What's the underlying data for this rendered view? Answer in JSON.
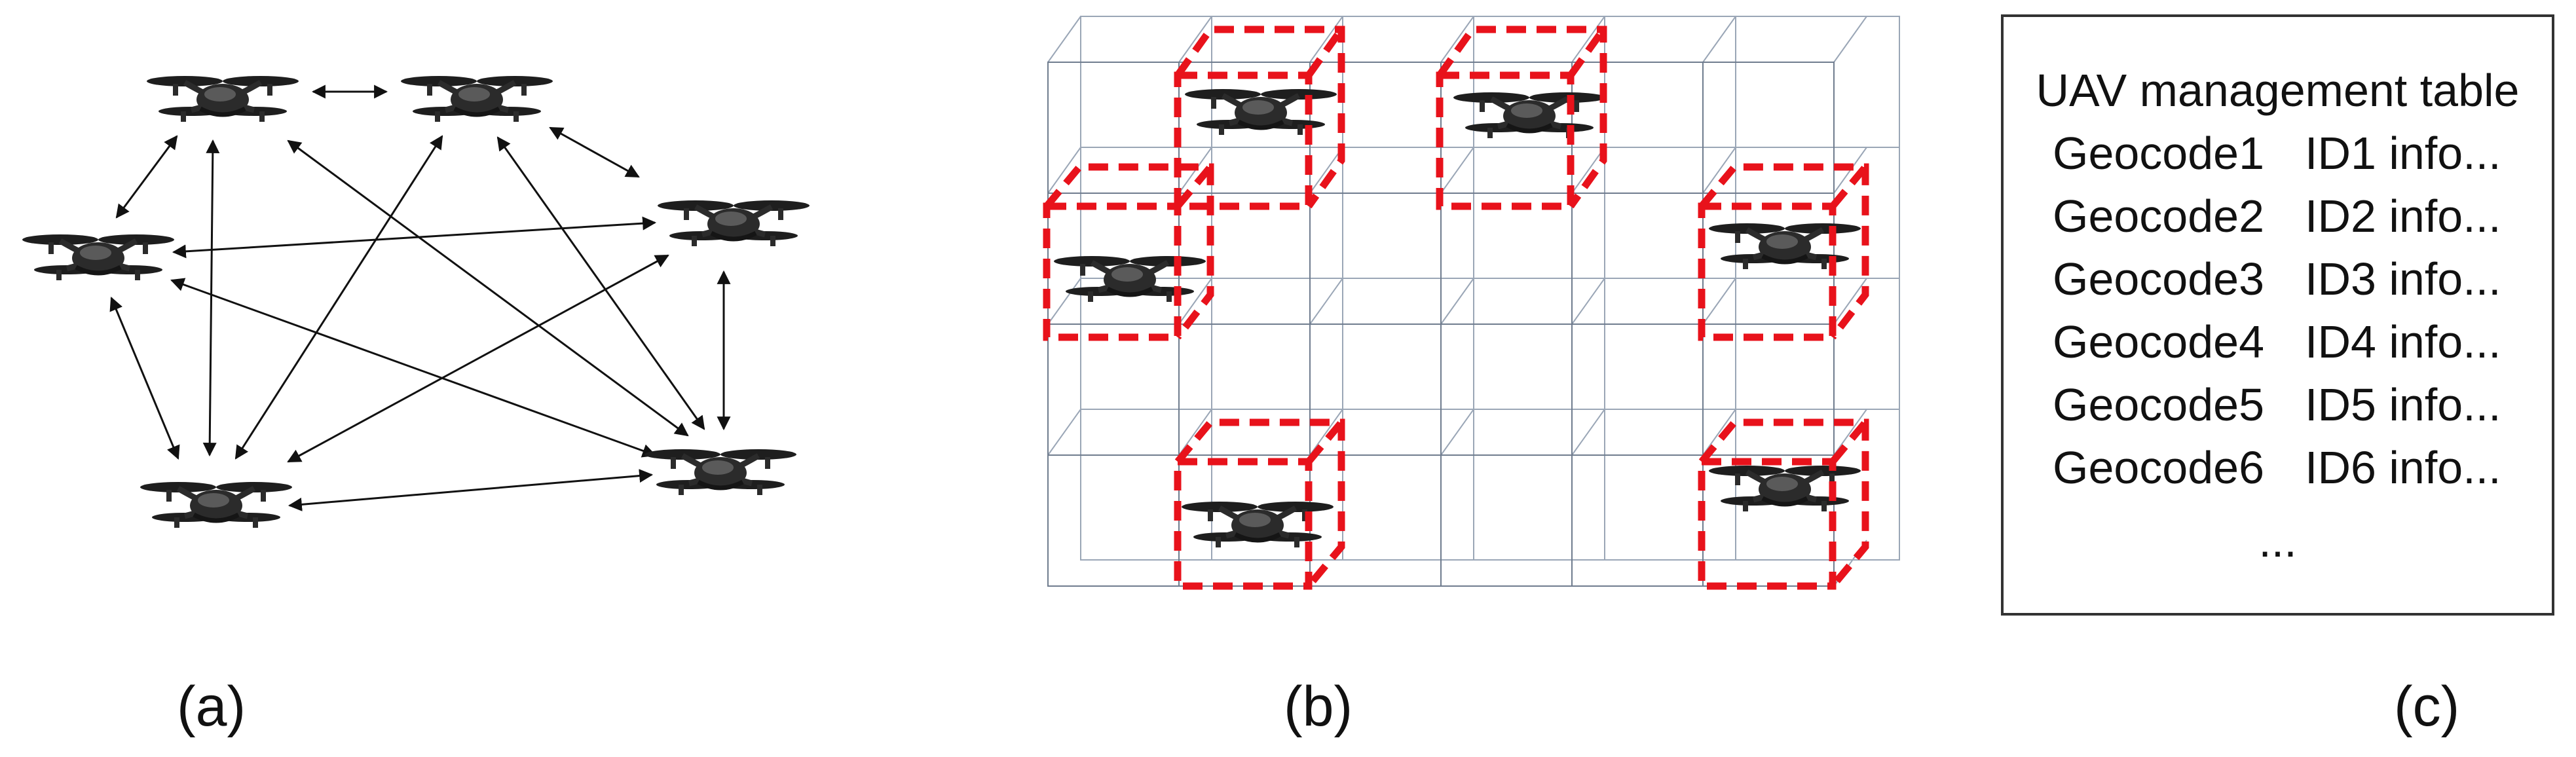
{
  "captions": {
    "a": "(a)",
    "b": "(b)",
    "c": "(c)"
  },
  "table": {
    "title": "UAV management table",
    "rows": [
      {
        "geocode": "Geocode1",
        "info": "ID1 info..."
      },
      {
        "geocode": "Geocode2",
        "info": "ID2 info..."
      },
      {
        "geocode": "Geocode3",
        "info": "ID3 info..."
      },
      {
        "geocode": "Geocode4",
        "info": "ID4 info..."
      },
      {
        "geocode": "Geocode5",
        "info": "ID5 info..."
      },
      {
        "geocode": "Geocode6",
        "info": "ID6 info..."
      }
    ],
    "more": "..."
  },
  "colors": {
    "highlight": "#e8121b",
    "grid": "#8a97a8",
    "link": "#111111",
    "drone": "#2b2b2b"
  },
  "icons": {
    "drone": "drone-icon",
    "link": "bidirectional-arrow"
  }
}
